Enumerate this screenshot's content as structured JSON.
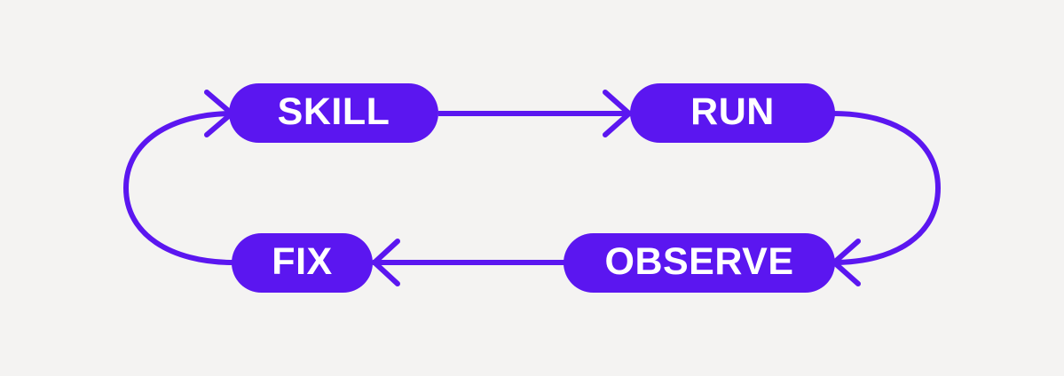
{
  "diagram": {
    "type": "cycle-flow",
    "title": "",
    "background_color": "#f4f3f2",
    "accent_color": "#5b16f0",
    "node_text_color": "#ffffff",
    "nodes": [
      {
        "id": "skill",
        "label": "SKILL",
        "position": "top-left"
      },
      {
        "id": "run",
        "label": "RUN",
        "position": "top-right"
      },
      {
        "id": "observe",
        "label": "OBSERVE",
        "position": "bottom-right"
      },
      {
        "id": "fix",
        "label": "FIX",
        "position": "bottom-left"
      }
    ],
    "edges": [
      {
        "id": "skill-to-run",
        "from": "SKILL",
        "to": "RUN",
        "shape": "straight",
        "direction": "right",
        "arrowhead_at": "RUN"
      },
      {
        "id": "run-to-observe",
        "from": "RUN",
        "to": "OBSERVE",
        "shape": "curve",
        "direction": "down",
        "arrowhead_at": "OBSERVE"
      },
      {
        "id": "observe-to-fix",
        "from": "OBSERVE",
        "to": "FIX",
        "shape": "straight",
        "direction": "left",
        "arrowhead_at": "FIX"
      },
      {
        "id": "fix-to-skill",
        "from": "FIX",
        "to": "SKILL",
        "shape": "curve",
        "direction": "up",
        "arrowhead_at": "SKILL"
      }
    ]
  }
}
